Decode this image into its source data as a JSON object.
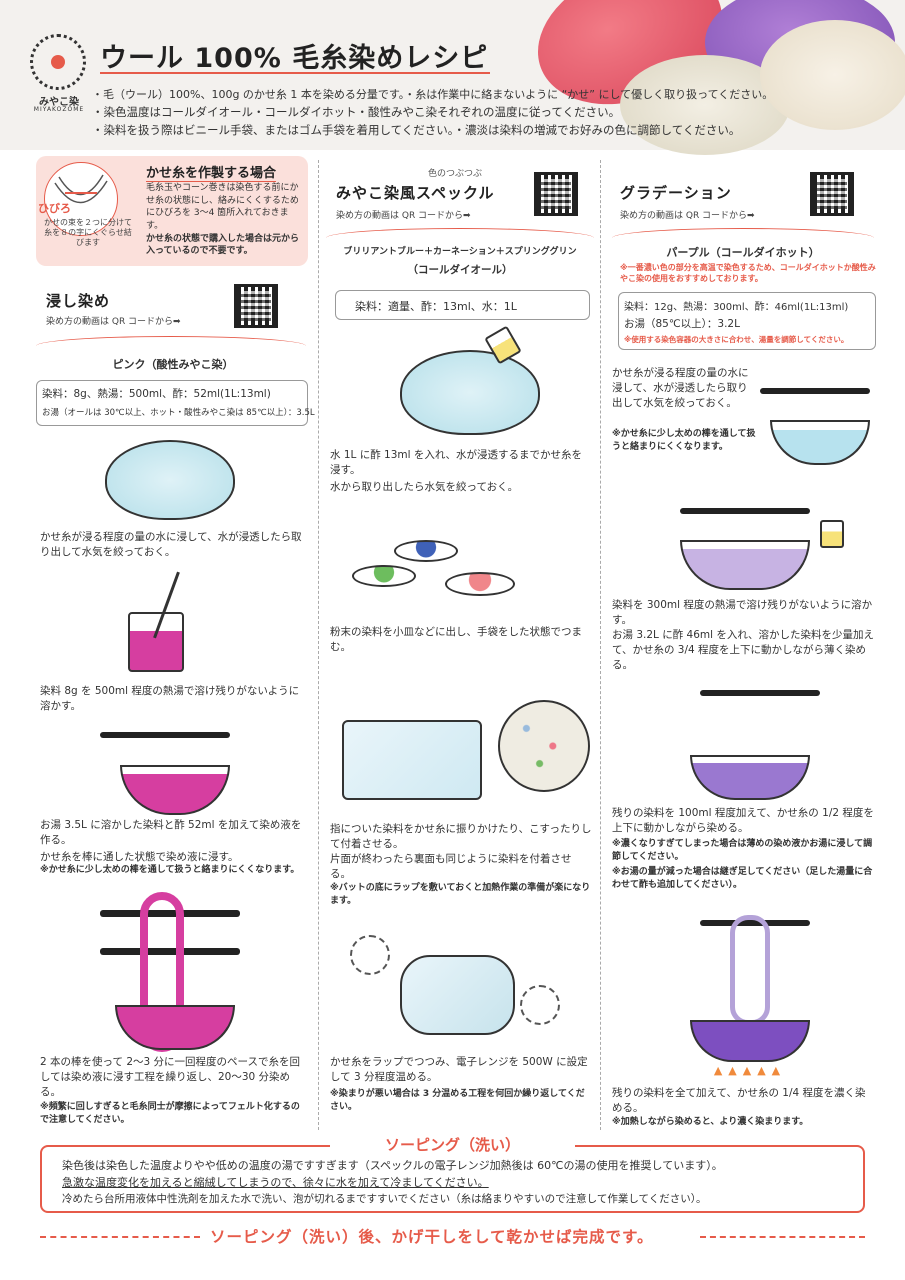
{
  "header": {
    "brand_logo": "みやこ染",
    "brand_sub": "MIYAKOZOME",
    "title": "ウール 100% 毛糸染めレシピ",
    "lines": [
      "・毛（ウール）100%、100g のかせ糸 1 本を染める分量です。・糸は作業中に絡まないように “かせ” にして優しく取り扱ってください。",
      "・染色温度はコールダイオール・コールダイホット・酸性みやこ染それぞれの温度に従ってください。",
      "・染料を扱う際はビニール手袋、またはゴム手袋を着用してください。・濃淡は染料の増減でお好みの色に調節してください。"
    ]
  },
  "kase_box": {
    "title": "かせ糸を作製する場合",
    "hibiro_label": "ひびろ",
    "hibiro_caption": "かせの束を２つに分けて糸を８の字にくぐらせ結びます",
    "text": "毛糸玉やコーン巻きは染色する前にかせ糸の状態にし、絡みにくくするためにひびろを 3～4 箇所入れておきます。",
    "note": "かせ糸の状態で購入した場合は元から入っているので不要です。"
  },
  "col1": {
    "title": "浸し染め",
    "qr_text": "染め方の動画は QR コードから➡",
    "subtitle": "ピンク（酸性みやこ染）",
    "recipe_line1": "染料：8g、熱湯：500ml、酢：52ml(1L:13ml)",
    "recipe_line2": "お湯（オールは 30℃以上、ホット・酸性みやこ染は 85℃以上）：3.5L",
    "step1": "かせ糸が浸る程度の量の水に浸して、水が浸透したら取り出して水気を絞っておく。",
    "step2": "染料 8g を 500ml 程度の熱湯で溶け残りがないように溶かす。",
    "step3": "お湯 3.5L に溶かした染料と酢 52ml を加えて染め液を作る。",
    "step3b": "かせ糸を棒に通した状態で染め液に浸す。",
    "note3": "※かせ糸に少し太めの棒を通して扱うと絡まりにくくなります。",
    "step4": "2 本の棒を使って 2～3 分に一回程度のペースで糸を回しては染め液に浸す工程を繰り返し、20～30 分染める。",
    "note4": "※頻繁に回しすぎると毛糸同士が摩擦によってフェルト化するので注意してください。"
  },
  "col2": {
    "tag": "色のつぶつぶ",
    "title": "みやこ染風スペックル",
    "qr_text": "染め方の動画は QR コードから➡",
    "subtitle1": "ブリリアントブルー＋カーネーション＋スプリンググリン",
    "subtitle2": "（コールダイオール）",
    "recipe": "染料：適量、酢：13ml、水：1L",
    "step1": "水 1L に酢 13ml を入れ、水が浸透するまでかせ糸を浸す。",
    "step1b": "水から取り出したら水気を絞っておく。",
    "step2": "粉末の染料を小皿などに出し、手袋をした状態でつまむ。",
    "step3": "指についた染料をかせ糸に振りかけたり、こすったりして付着させる。",
    "step3b": "片面が終わったら裏面も同じように染料を付着させる。",
    "note3": "※バットの底にラップを敷いておくと加熱作業の準備が楽になります。",
    "step4": "かせ糸をラップでつつみ、電子レンジを 500W に設定して 3 分程度温める。",
    "note4": "※染まりが悪い場合は 3 分温める工程を何回か繰り返してください。"
  },
  "col3": {
    "title": "グラデーション",
    "qr_text": "染め方の動画は QR コードから➡",
    "subtitle": "パープル（コールダイホット）",
    "red_note": "※一番濃い色の部分を高温で染色するため、コールダイホットか酸性みやこ染の使用をおすすめしております。",
    "recipe_line1": "染料：12g、熱湯：300ml、酢：46ml(1L:13ml)",
    "recipe_line2": "お湯（85℃以上）：3.2L",
    "recipe_note": "※使用する染色容器の大きさに合わせ、湯量を調節してください。",
    "step1": "かせ糸が浸る程度の量の水に浸して、水が浸透したら取り出して水気を絞っておく。",
    "note1": "※かせ糸に少し太めの棒を通して扱うと絡まりにくくなります。",
    "step2": "染料を 300ml 程度の熱湯で溶け残りがないように溶かす。",
    "step2b": "お湯 3.2L に酢 46ml を入れ、溶かした染料を少量加えて、かせ糸の 3/4 程度を上下に動かしながら薄く染める。",
    "step3": "残りの染料を 100ml 程度加えて、かせ糸の 1/2 程度を上下に動かしながら染める。",
    "note3a": "※濃くなりすぎてしまった場合は薄めの染め液かお湯に浸して調節してください。",
    "note3b": "※お湯の量が減った場合は継ぎ足してください（足した湯量に合わせて酢も追加してください）。",
    "step4": "残りの染料を全て加えて、かせ糸の 1/4 程度を濃く染める。",
    "note4": "※加熱しながら染めると、より濃く染まります。"
  },
  "soaping": {
    "title": "ソーピング（洗い）",
    "line1": "染色後は染色した温度よりやや低めの温度の湯ですすぎます（スペックルの電子レンジ加熱後は 60℃の湯の使用を推奨しています）。",
    "line2": "急激な温度変化を加えると縮絨してしまうので、徐々に水を加えて冷ましてください。",
    "line3": "冷めたら台所用液体中性洗剤を加えた水で洗い、泡が切れるまですすいでください（糸は絡まりやすいので注意して作業してください）。",
    "final": "ソーピング（洗い）後、かげ干しをして乾かせば完成です。"
  },
  "colors": {
    "accent": "#e65b4a",
    "pink_dye": "#d63ea0",
    "purple_dye": "#8a5fc9",
    "box_bg": "#fbe0db"
  }
}
